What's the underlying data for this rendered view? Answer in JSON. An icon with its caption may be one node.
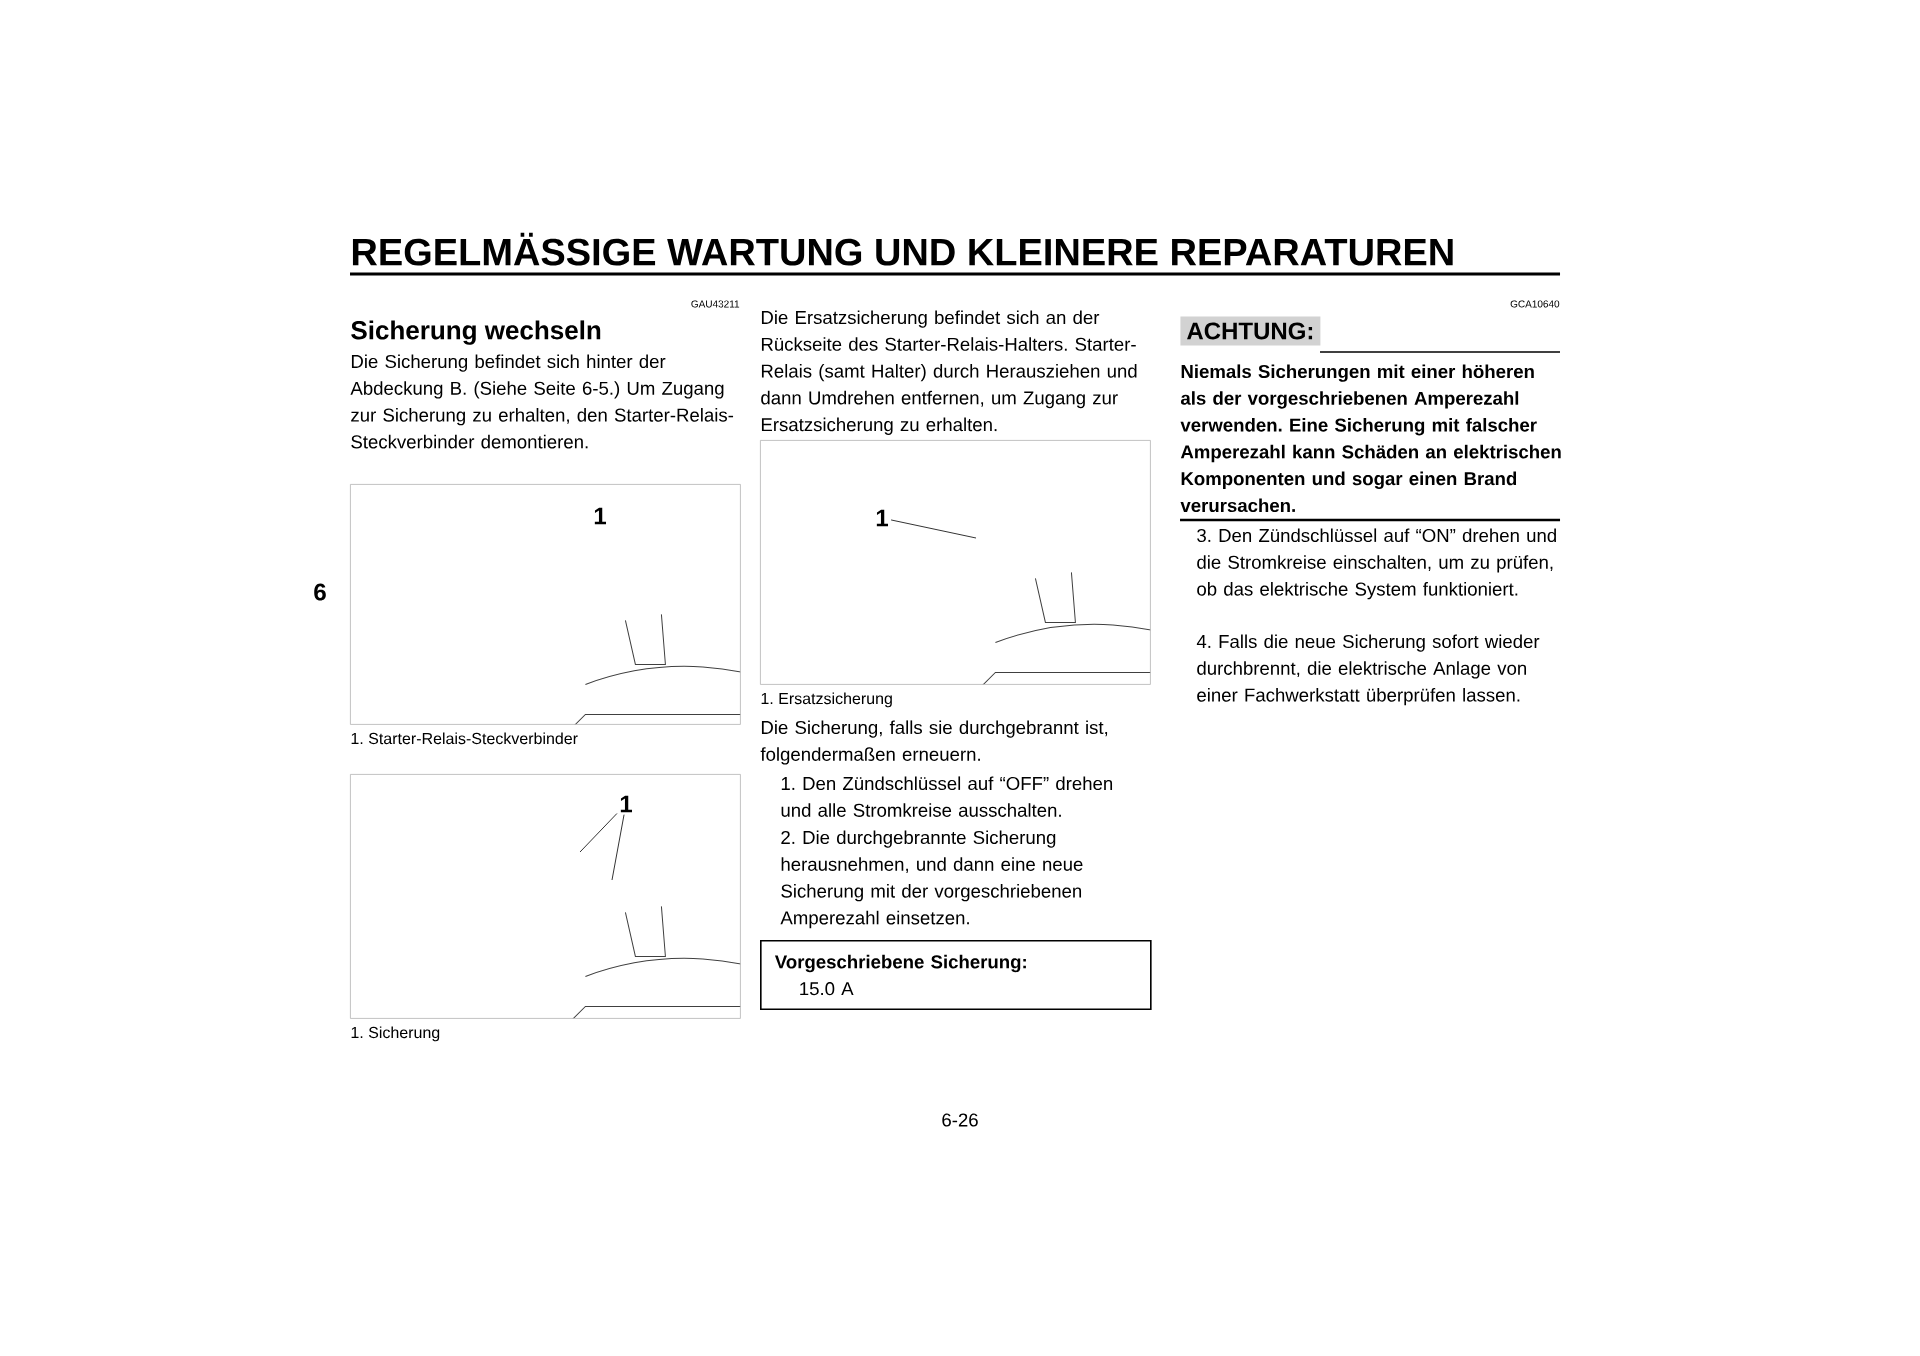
{
  "diagram": {
    "title": "REGELMÄSSIGE WARTUNG UND KLEINERE REPARATUREN",
    "nodes": [
      {
        "text": [],
        "shape": "picture",
        "beside": [
          "1. Starter-Relais-Steckverbinder"
        ]
      },
      {
        "text": [],
        "shape": "picture",
        "beside": [
          "1. Sicherung"
        ]
      },
      {
        "text": [
          "1"
        ],
        "in": 1
      },
      {
        "text": [],
        "shape": "picture",
        "beside": [
          "1. Ersatzsicherung"
        ]
      },
      {
        "text": [
          "1"
        ],
        "in": 3
      },
      {
        "text": [
          "Vorgeschriebene Sicherung:",
          "15.0 A"
        ]
      },
      {
        "text": [
          "ACHTUNG:"
        ]
      }
    ],
    "edges": [
      {
        "from": 2,
        "to": null,
        "arrow": "none"
      },
      {
        "from": 2,
        "to": null,
        "arrow": "none"
      },
      {
        "from": 4,
        "to": null,
        "arrow": "none"
      }
    ],
    "labels": [
      "6",
      "GAU43211",
      "Sicherung wechseln",
      "Die Sicherung befindet sich hinter der Abdeckung B. (Siehe Seite 6-5.) Um Zugang zur Sicherung zu erhalten, den Starter-Relais-Steckverbinder demontieren.",
      "1",
      "Die Ersatzsicherung befindet sich an der Rückseite des Starter-Relais-Halters. Starter-Relais (samt Halter) durch Herausziehen und dann Umdrehen entfernen, um Zugang zur Ersatzsicherung zu erhalten.",
      "Die Sicherung, falls sie durchgebrannt ist, folgendermaßen erneuern.",
      "1. Den Zündschlüssel auf “OFF” drehen und alle Stromkreise ausschalten.",
      "2. Die durchgebrannte Sicherung herausnehmen, und dann eine neue Sicherung mit der vorgeschriebenen Amperezahl einsetzen.",
      "GCA10640",
      "Niemals Sicherungen mit einer höheren als der vorgeschriebenen Amperezahl verwenden. Eine Sicherung mit falscher Amperezahl kann Schäden an elektrischen Komponenten und sogar einen Brand verursachen.",
      "3. Den Zündschlüssel auf “ON” drehen und die Stromkreise einschalten, um zu prüfen, ob das elektrische System funktioniert.",
      "4. Falls die neue Sicherung sofort wieder durchbrennt, die elektrische Anlage von einer Fachwerkstatt überprüfen lassen.",
      "6-26"
    ]
  }
}
